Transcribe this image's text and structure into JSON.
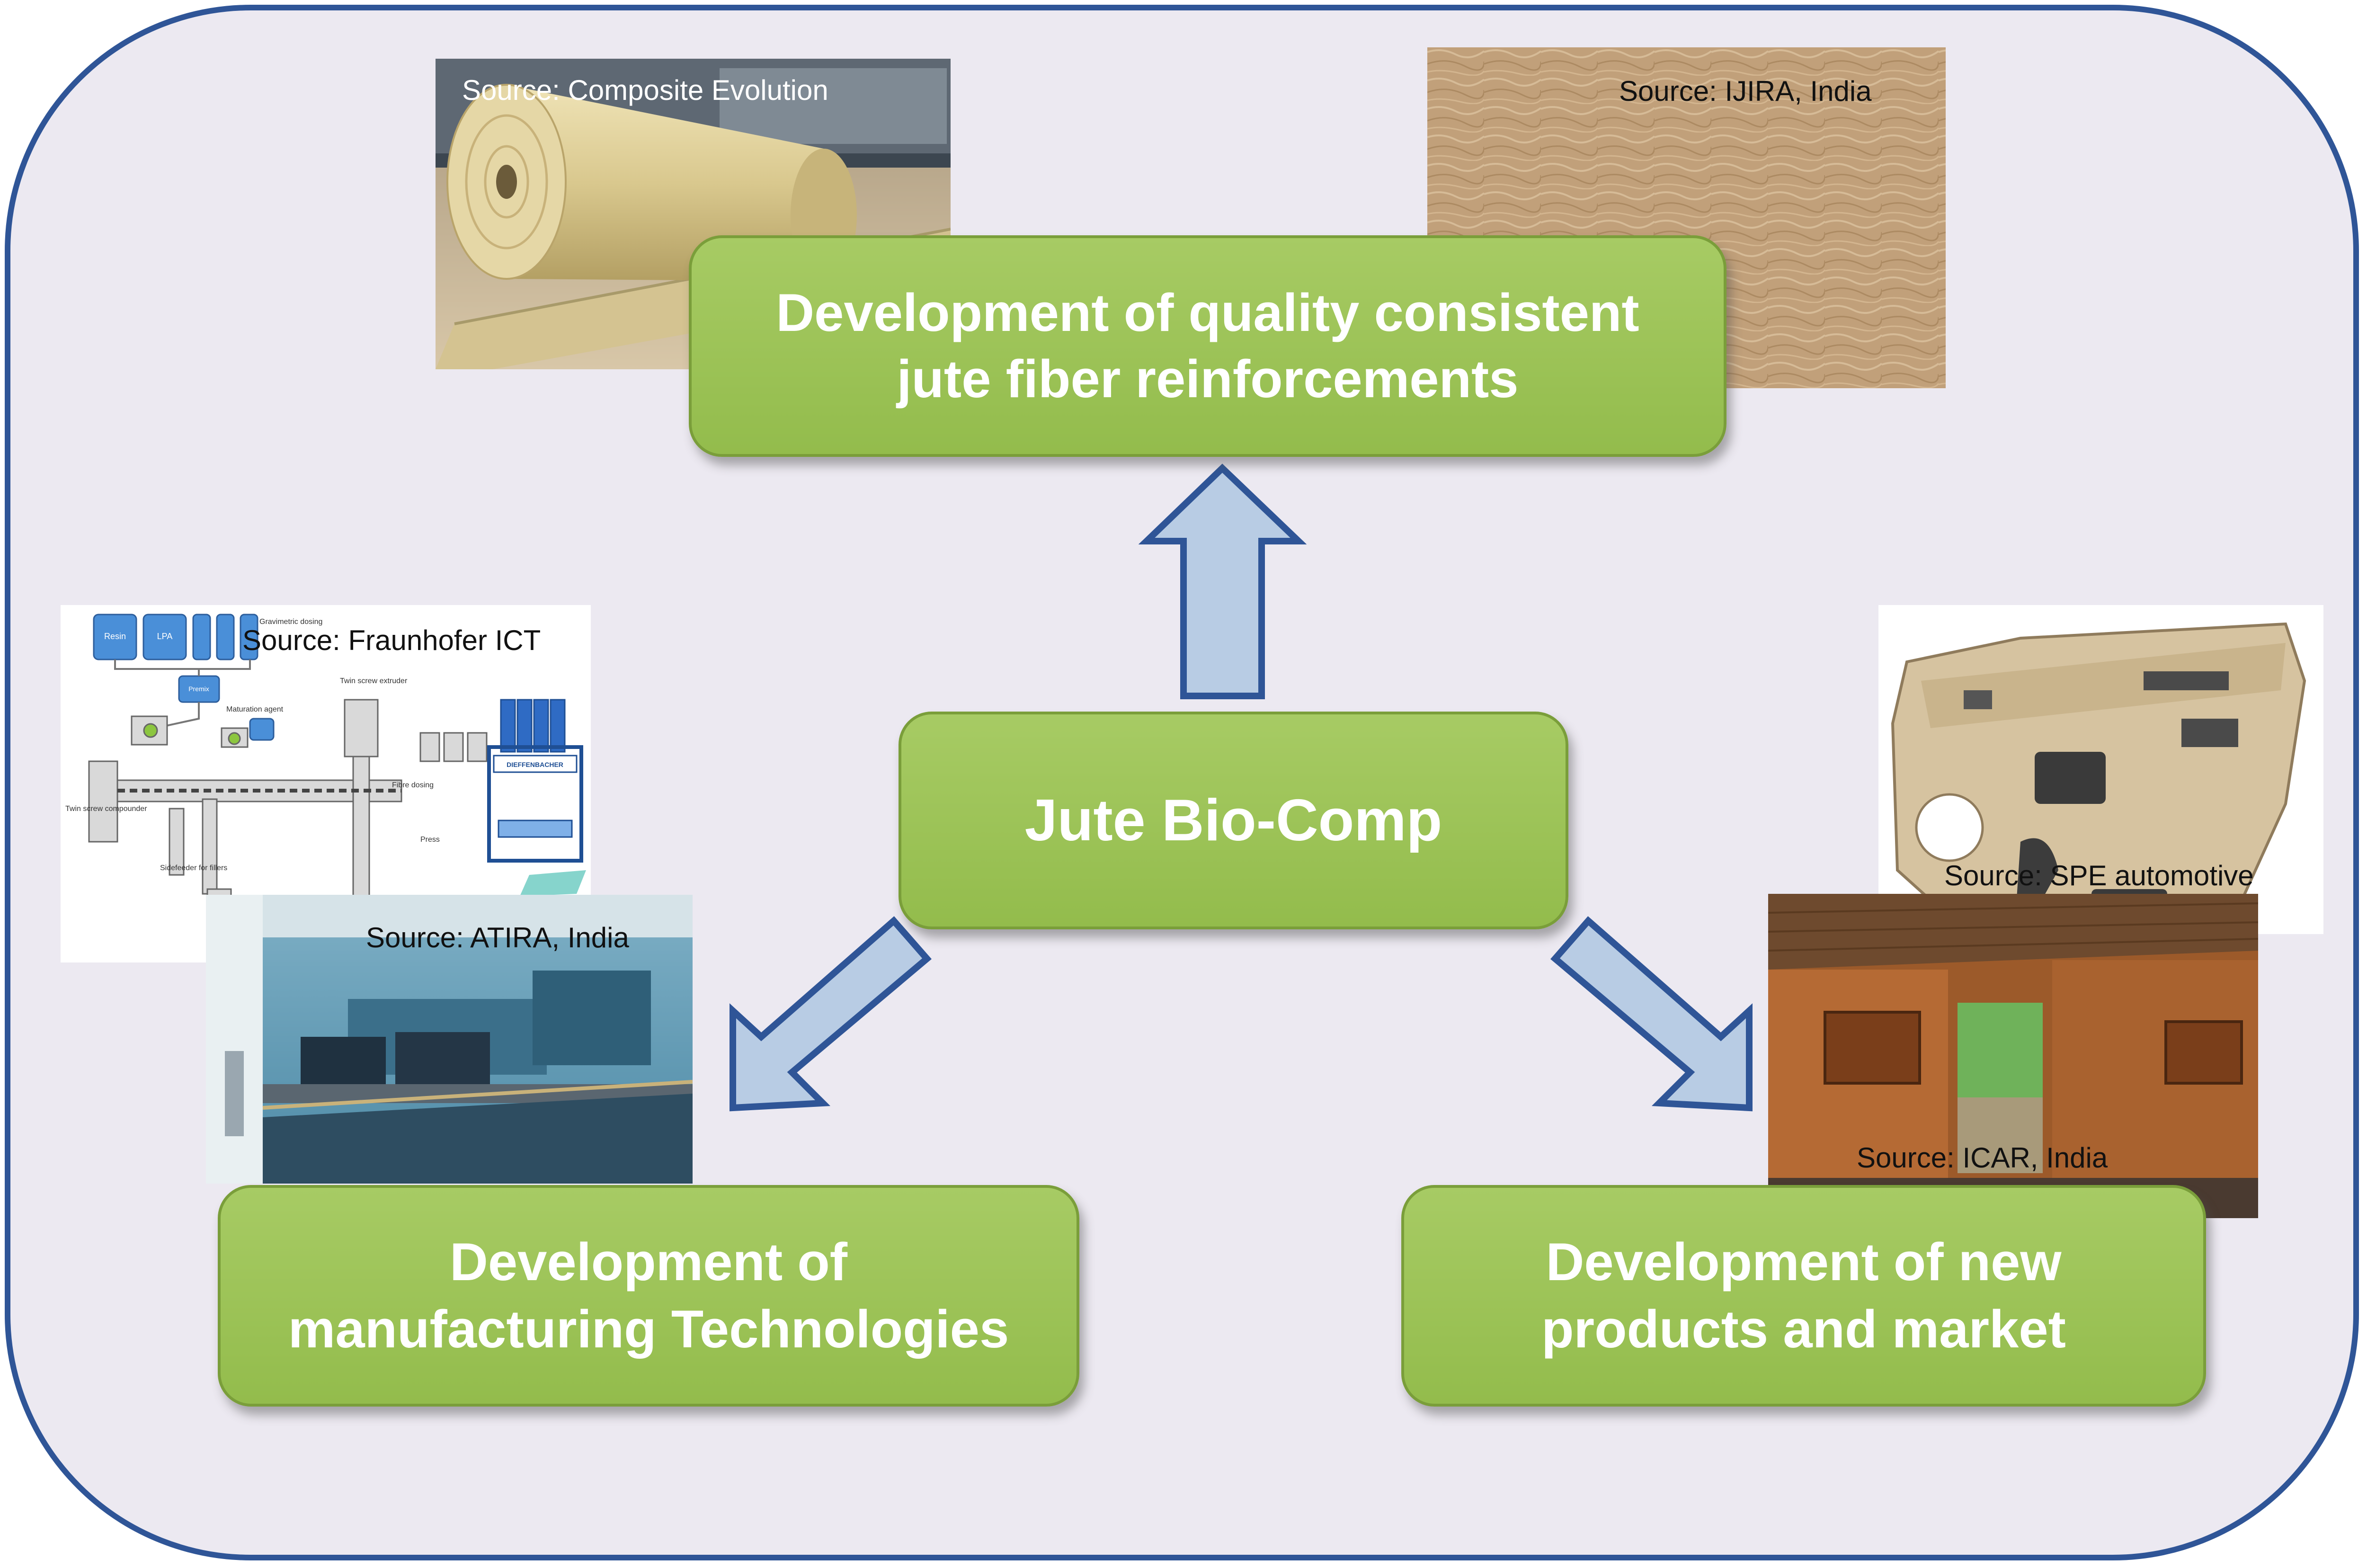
{
  "center": {
    "label": "Jute Bio-Comp"
  },
  "top": {
    "line1": "Development of quality consistent",
    "line2": "jute fiber reinforcements"
  },
  "left": {
    "line1": "Development of",
    "line2": "manufacturing Technologies"
  },
  "right": {
    "line1": "Development of new",
    "line2": "products and market"
  },
  "sources": {
    "composite_evolution": "Source: Composite Evolution",
    "ijira": "Source: IJIRA,  India",
    "fraunhofer": "Source: Fraunhofer ICT",
    "atira": "Source: ATIRA, India",
    "spe": "Source: SPE automotive",
    "icar": "Source: ICAR, India"
  },
  "schematic_labels": {
    "resin": "Resin",
    "lpa": "LPA",
    "premix": "Premix",
    "gravimetric": "Gravimetric dosing",
    "maturation": "Maturation agent",
    "twin_screw_extruder": "Twin screw extruder",
    "fibre_dosing": "Fibre dosing",
    "twin_screw_compounder": "Twin screw compounder",
    "sidefeeder": "Sidefeeder for fillers",
    "press": "Press",
    "dieffenbacher": "DIEFFENBACHER"
  },
  "colors": {
    "box_fill": "#9bc455",
    "box_border": "#7a9e3a",
    "arrow_fill": "#b8cce4",
    "arrow_stroke": "#2f5597",
    "frame_border": "#2f5597",
    "frame_fill": "#ece9f1"
  }
}
